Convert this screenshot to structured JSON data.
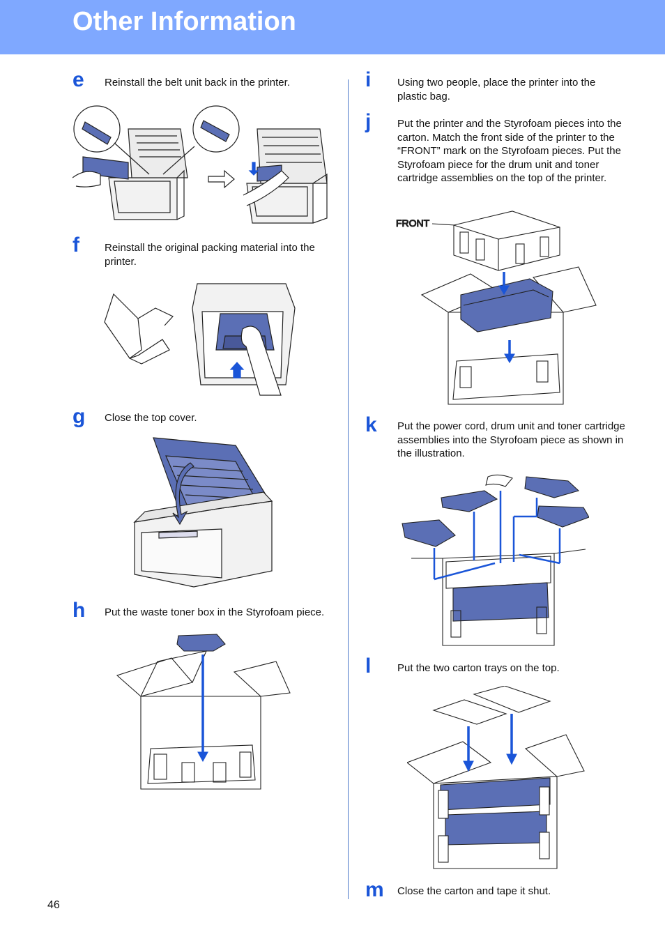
{
  "header": {
    "title": "Other Information"
  },
  "steps": {
    "e": {
      "letter": "e",
      "text": "Reinstall the belt unit back in the printer."
    },
    "f": {
      "letter": "f",
      "text": "Reinstall the original packing material into the printer."
    },
    "g": {
      "letter": "g",
      "text": "Close the top cover."
    },
    "h": {
      "letter": "h",
      "text": "Put the waste toner box in the Styrofoam piece."
    },
    "i": {
      "letter": "i",
      "text": "Using two people, place the printer into the plastic bag."
    },
    "j": {
      "letter": "j",
      "text": "Put the printer and the Styrofoam pieces into the carton. Match the front side of the printer to the “FRONT” mark on the Styrofoam pieces. Put the Styrofoam piece for the drum unit and toner cartridge assemblies on the top of the printer."
    },
    "k": {
      "letter": "k",
      "text": "Put the power cord, drum unit and toner cartridge assemblies into the Styrofoam piece as shown in the illustration."
    },
    "l": {
      "letter": "l",
      "text": "Put the two carton trays on the top."
    },
    "m": {
      "letter": "m",
      "text": "Close the carton and tape it shut."
    }
  },
  "labels": {
    "front": "FRONT"
  },
  "page_number": "46",
  "colors": {
    "header": "#7fa8ff",
    "accent": "#1a55d8",
    "part_fill": "#5b6fb5"
  }
}
